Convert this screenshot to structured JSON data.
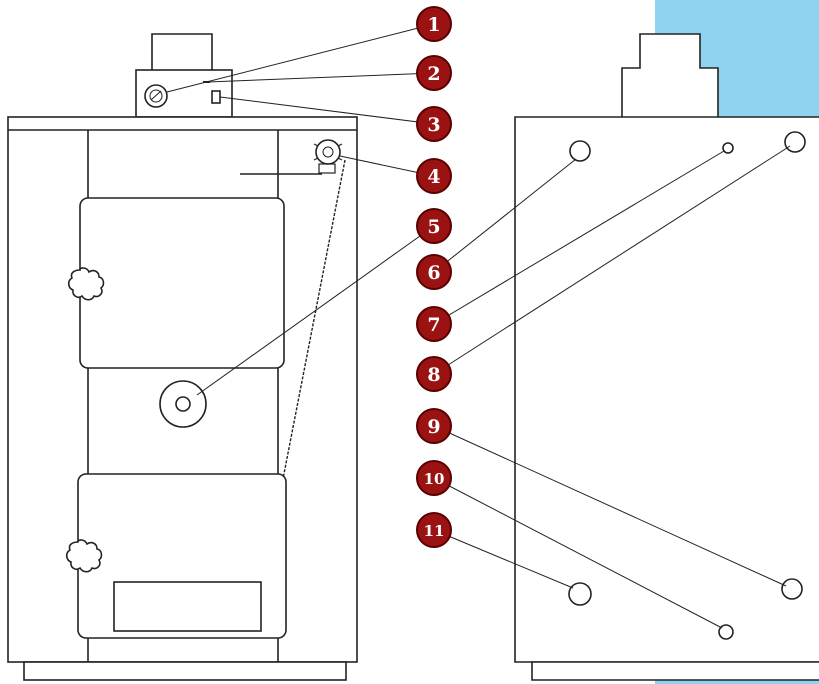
{
  "colors": {
    "accent_bg": "#8fd3f0",
    "badge_fill": "#9a1212",
    "badge_ring": "#5a0000",
    "badge_text": "#ffffff",
    "line": "#222222"
  },
  "callouts": [
    {
      "num": "1"
    },
    {
      "num": "2"
    },
    {
      "num": "3"
    },
    {
      "num": "4"
    },
    {
      "num": "5"
    },
    {
      "num": "6"
    },
    {
      "num": "7"
    },
    {
      "num": "8"
    },
    {
      "num": "9"
    },
    {
      "num": "10"
    },
    {
      "num": "11"
    }
  ]
}
